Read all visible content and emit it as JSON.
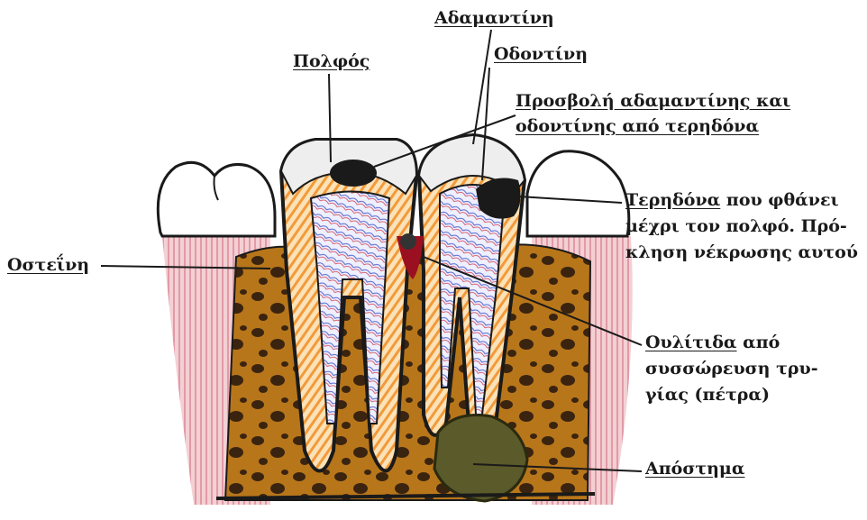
{
  "labels": {
    "adamantini": "Αδαμαντίνη",
    "odontini": "Οδοντίνη",
    "polfos": "Πολφός",
    "prosvoli": {
      "line1": "Προσβολή αδαμαντίνης και",
      "line2": "οδοντίνης από τερηδόνα"
    },
    "terhdona": {
      "term": "Τερηδόνα",
      "rest1": " που φθάνει",
      "line2": "μέχρι τον πολφό. Πρό-",
      "line3": "κληση νέκρωσης αυτού"
    },
    "osteini": "Οστεΐνη",
    "oulitida": {
      "term": "Ουλίτιδα",
      "rest1": " από",
      "line2": "συσσώρευση τρυ-",
      "line3": "γίας (πέτρα)"
    },
    "apostima": "Απόστημα"
  },
  "colors": {
    "ink": "#1a1a1a",
    "gum": "#e8b4bc",
    "bone": "#b8761a",
    "enamel": "#eeeeee",
    "dentin": "#f29a3a",
    "pulp": "#dfe6ff",
    "caries": "#1a1a1a",
    "abscess": "#5a5a2a"
  }
}
